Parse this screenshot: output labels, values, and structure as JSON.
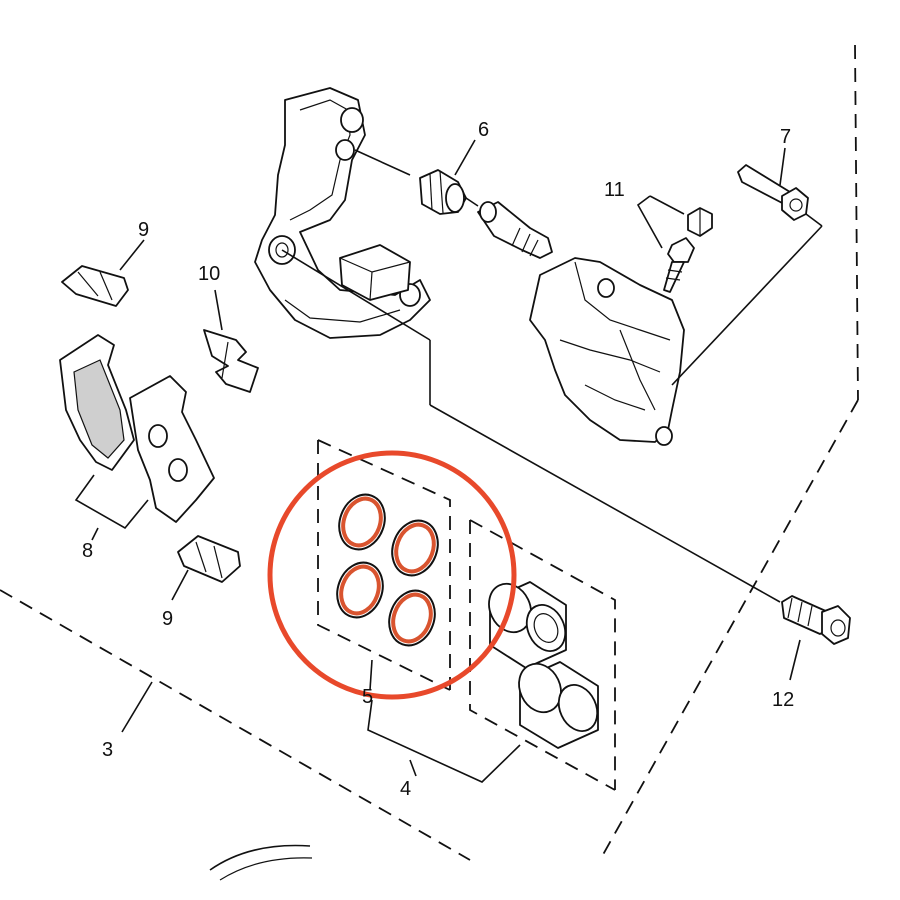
{
  "colors": {
    "background": "#ffffff",
    "linework": "#111111",
    "highlight_circle": "#e8492b",
    "seal_ring": "#d9542f"
  },
  "callouts": {
    "c3": "3",
    "c4": "4",
    "c5": "5",
    "c6": "6",
    "c7": "7",
    "c8": "8",
    "c9_top": "9",
    "c9_bottom": "9",
    "c10": "10",
    "c11": "11",
    "c12": "12"
  }
}
